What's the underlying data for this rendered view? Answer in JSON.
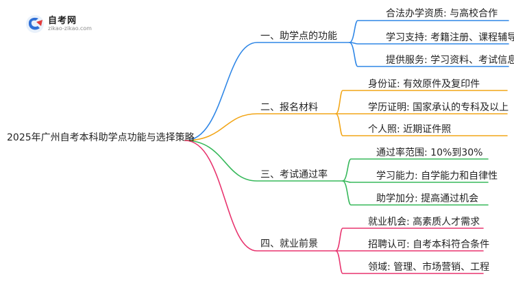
{
  "logo": {
    "title": "自考网",
    "url": "zikao-zikao.com",
    "icon": "graduation-cap-logo-icon"
  },
  "root": {
    "label": "2025年广州自考本科助学点功能与选择策略"
  },
  "branches": [
    {
      "label": "一、助学点的功能",
      "color": "#2e86e6",
      "leaves": [
        "合法办学资质: 与高校合作",
        "学习支持: 考籍注册、课程辅导",
        "提供服务: 学习资料、考试信息"
      ]
    },
    {
      "label": "二、报名材料",
      "color": "#f2a516",
      "leaves": [
        "身份证: 有效原件及复印件",
        "学历证明: 国家承认的专科及以上",
        "个人照: 近期证件照"
      ]
    },
    {
      "label": "三、考试通过率",
      "color": "#36b85a",
      "leaves": [
        "通过率范围: 10%到30%",
        "学习能力: 自学能力和自律性",
        "助学加分: 提高通过机会"
      ]
    },
    {
      "label": "四、就业前景",
      "color": "#e8336e",
      "leaves": [
        "就业机会: 高素质人才需求",
        "招聘认可: 自考本科符合条件",
        "领域: 管理、市场营销、工程"
      ]
    }
  ]
}
